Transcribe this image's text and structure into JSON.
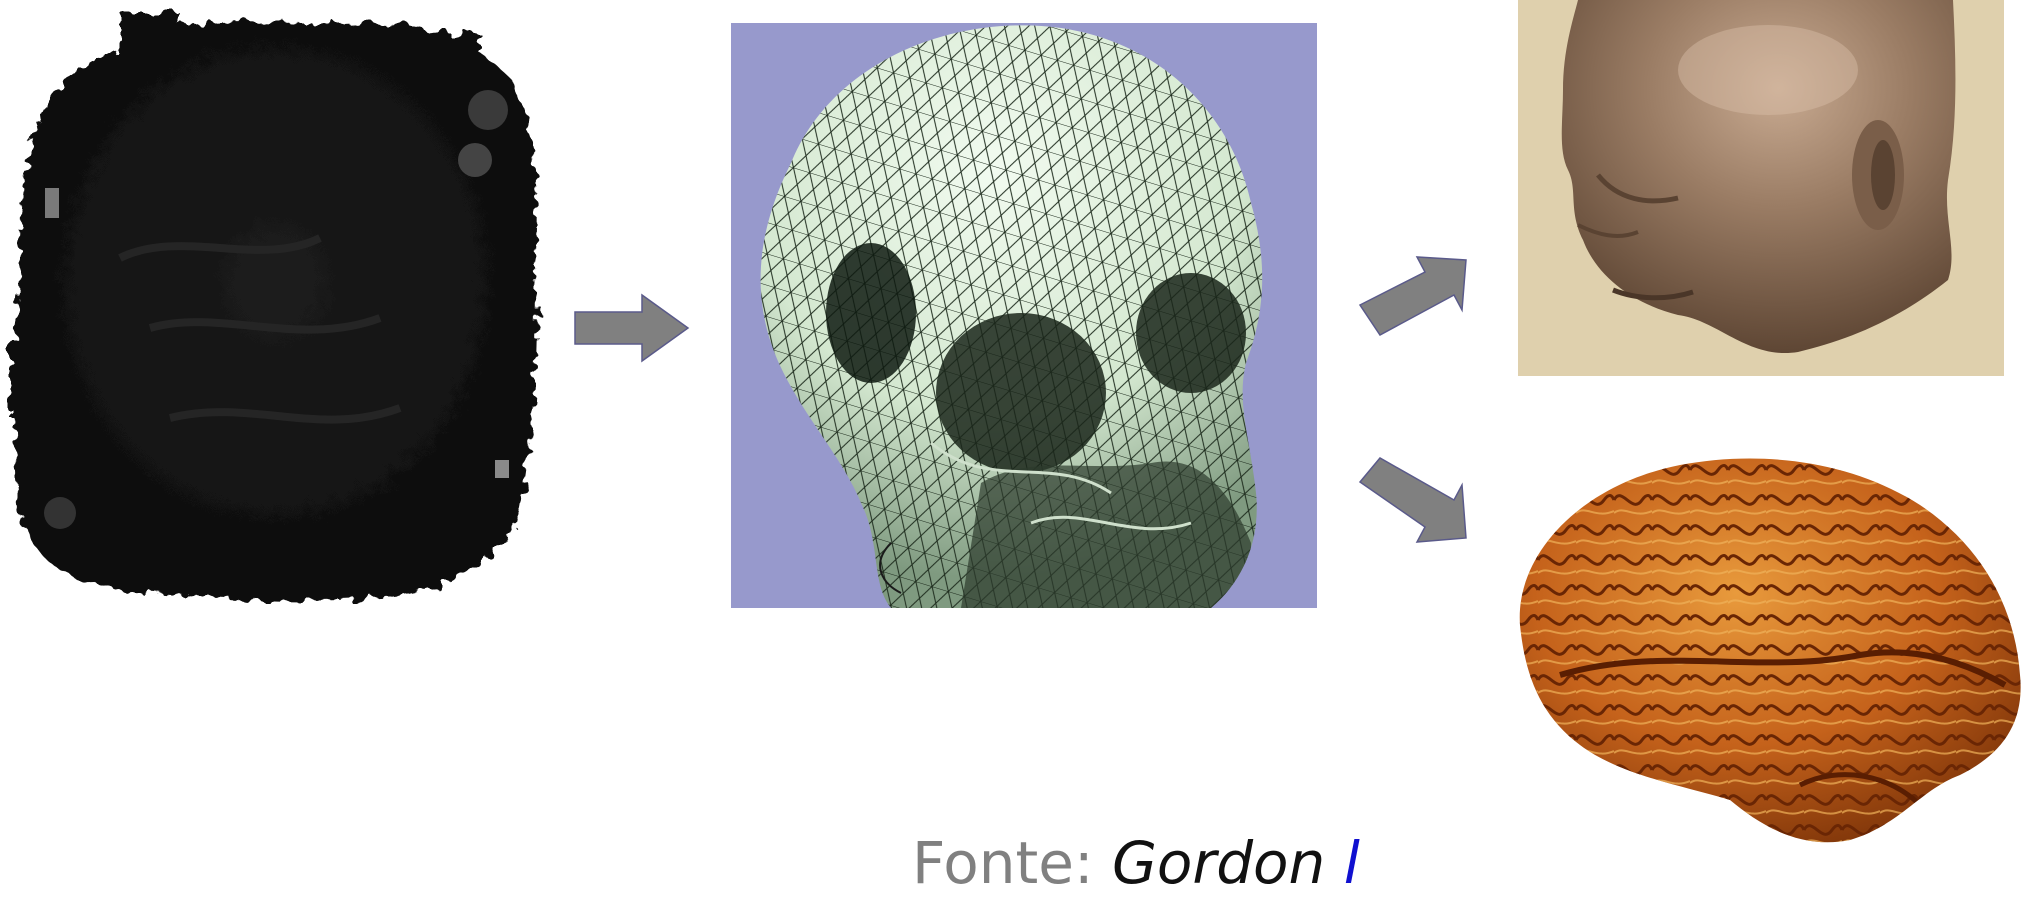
{
  "diagram": {
    "panels": [
      {
        "id": "volume",
        "description_icon": "ct-volume-image"
      },
      {
        "id": "mesh",
        "description_icon": "skull-mesh-image"
      },
      {
        "id": "head",
        "description_icon": "head-surface-image"
      },
      {
        "id": "brain",
        "description_icon": "brain-surface-image"
      }
    ],
    "arrows": [
      "right-arrow",
      "up-right-arrow",
      "down-right-arrow"
    ],
    "colors": {
      "arrow_fill": "#808080",
      "arrow_stroke": "#5a5a8a",
      "mesh_background": "#9799cc",
      "mesh_surface": "#d9ecd6",
      "head_background": "#dfd0ad",
      "head_skin": "#8c6f58",
      "brain_surface": "#c5621b",
      "volume_dark": "#121212"
    }
  },
  "caption": {
    "prefix": "Fonte:",
    "source": "Gordon",
    "link": "l"
  }
}
